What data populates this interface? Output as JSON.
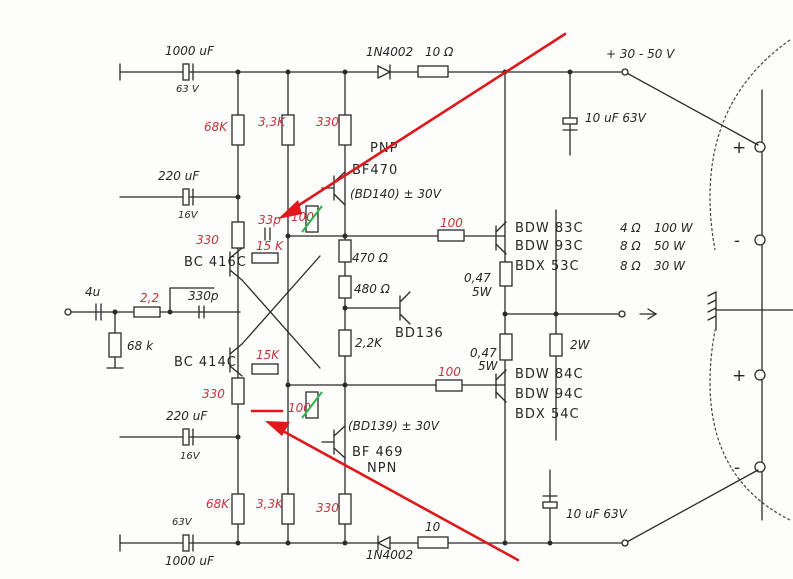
{
  "supply": {
    "positive": "+ 30 - 50 V",
    "positive_sign": "+"
  },
  "input": {
    "cap": "4u",
    "r_series": "2,2",
    "r_shunt": "68 k",
    "c_shunt": "330p"
  },
  "top_rail": {
    "cap_value": "1000 uF",
    "cap_voltage": "63 V",
    "diode": "1N4002",
    "resistor": "10 Ω",
    "filter_cap": "10 uF 63V"
  },
  "bottom_rail": {
    "cap_value": "1000 uF",
    "cap_voltage": "63V",
    "diode": "1N4002",
    "resistor": "10",
    "filter_cap": "10 uF 63V"
  },
  "top_section": {
    "r1": "68K",
    "r2": "3,3K",
    "r3": "330",
    "bootstrap_cap": "220 uF",
    "bootstrap_voltage": "16V",
    "r_base": "330",
    "r_fb": "15 K",
    "c_comp": "33p",
    "trim": "100",
    "pnp_label": "PNP",
    "pnp_part": "BF470",
    "pnp_alt": "(BD140) ± 30V",
    "r_470": "470 Ω",
    "r_bias": "100"
  },
  "input_pair": {
    "upper": "BC 416C",
    "lower": "BC 414C"
  },
  "middle": {
    "r_480": "480 Ω",
    "r_22k": "2,2K",
    "driver": "BD136",
    "r_100": "100"
  },
  "bottom_section": {
    "r_base": "330",
    "r_fb": "15K",
    "trim": "100",
    "bootstrap_cap": "220 uF",
    "bootstrap_voltage": "16V",
    "npn_alt": "(BD139) ± 30V",
    "npn_part": "BF 469",
    "npn_label": "NPN",
    "r1": "68K",
    "r2": "3,3K",
    "r3": "330"
  },
  "outputs": {
    "upper_parts": [
      "BDW 83C",
      "BDW 93C",
      "BDX 53C"
    ],
    "lower_parts": [
      "BDW 84C",
      "BDW 94C",
      "BDX 54C"
    ],
    "emitter_r_top": "0,47",
    "emitter_w_top": "5W",
    "emitter_r_bot": "0,47",
    "emitter_w_bot": "5W",
    "zobel": "2W"
  },
  "power_table": [
    {
      "load": "4 Ω",
      "power": "100 W"
    },
    {
      "load": "8 Ω",
      "power": "50 W"
    },
    {
      "load": "8 Ω",
      "power": "30 W"
    }
  ],
  "speaker_signs": {
    "top_plus": "+",
    "top_minus": "-",
    "bot_plus": "+",
    "bot_minus": "-"
  },
  "colors": {
    "annotation_arrow": "#e0171b",
    "component_marks": "#c8323a",
    "trim_marks": "#2bb54a"
  }
}
